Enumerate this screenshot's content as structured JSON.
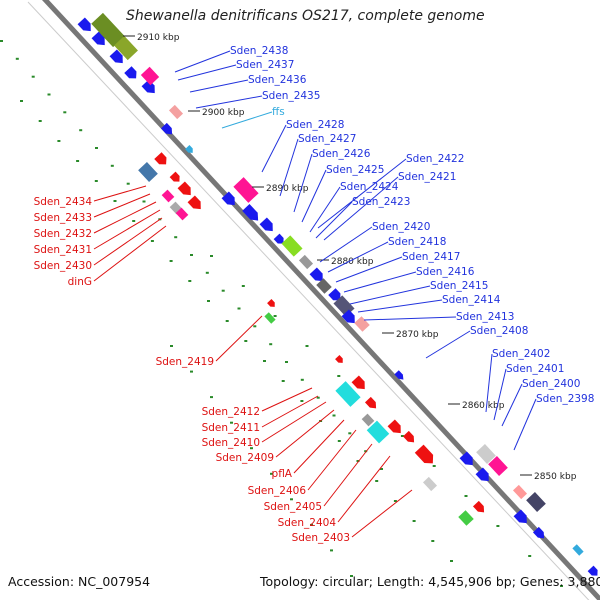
{
  "title": "Shewanella denitrificans OS217, complete genome",
  "footer": {
    "accession": "Accession: NC_007954",
    "summary": "Topology: circular; Length: 4,545,906 bp; Genes: 3,880"
  },
  "colors": {
    "blue_label": "#2233dd",
    "red_label": "#dd1111",
    "cyan_label": "#33aadd",
    "backbone": "#777777",
    "gc_dot": "#2a8a2a"
  },
  "ticks": [
    "2910 kbp",
    "2900 kbp",
    "2890 kbp",
    "2880 kbp",
    "2870 kbp",
    "2860 kbp",
    "2850 kbp"
  ],
  "labels_forward": [
    "Sden_2438",
    "Sden_2437",
    "Sden_2436",
    "Sden_2435",
    "ffs",
    "Sden_2428",
    "Sden_2427",
    "Sden_2426",
    "Sden_2425",
    "Sden_2424",
    "Sden_2423",
    "Sden_2422",
    "Sden_2421",
    "Sden_2420",
    "Sden_2418",
    "Sden_2417",
    "Sden_2416",
    "Sden_2415",
    "Sden_2414",
    "Sden_2413",
    "Sden_2408",
    "Sden_2402",
    "Sden_2401",
    "Sden_2400",
    "Sden_2398"
  ],
  "labels_reverse": [
    "Sden_2434",
    "Sden_2433",
    "Sden_2432",
    "Sden_2431",
    "Sden_2430",
    "dinG",
    "Sden_2419",
    "Sden_2412",
    "Sden_2411",
    "Sden_2410",
    "Sden_2409",
    "pflA",
    "Sden_2406",
    "Sden_2405",
    "Sden_2404",
    "Sden_2403"
  ]
}
